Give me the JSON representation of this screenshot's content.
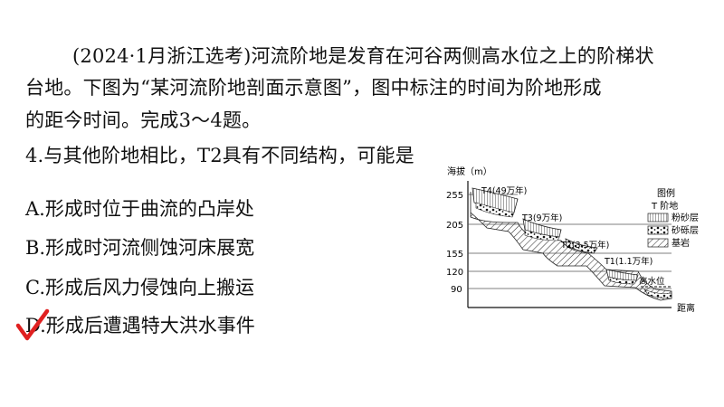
{
  "question": {
    "stem_lines": [
      "(2024·1月浙江选考)河流阶地是发育在河谷两侧高水位之上的阶梯状",
      "台地。下图为“某河流阶地剖面示意图”，图中标注的时间为阶地形成",
      "的距今时间。完成3～4题。"
    ],
    "q4": "4.与其他阶地相比，T2具有不同结构，可能是",
    "options": [
      "A.形成时位于曲流的凸岸处",
      "B.形成时河流侧蚀河床展宽",
      "C.形成后风力侵蚀向上搬运",
      "D.形成后遭遇特大洪水事件"
    ],
    "answer_mark": "√",
    "answer": "D"
  },
  "figure": {
    "y_axis_label": "海拔（m）",
    "y_ticks": [
      "255",
      "205",
      "155",
      "120",
      "90"
    ],
    "terraces": [
      "T4(49万年)",
      "T3(9万年)",
      "T2(3.5万年)",
      "T1(1.1万年)"
    ],
    "high_water_label": "高水位",
    "x_axis_label": "距离",
    "legend": {
      "title": "图例",
      "subtitle": "T  阶地",
      "items": [
        "粉砂层",
        "砂砾层",
        "基岩"
      ]
    },
    "colors": {
      "check_mark": "#e02020"
    }
  }
}
